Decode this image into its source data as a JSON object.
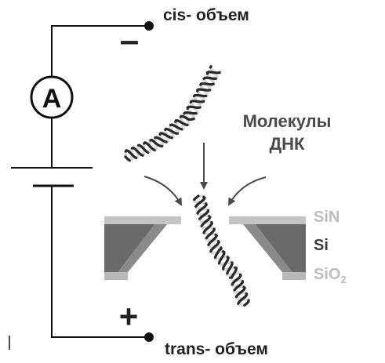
{
  "labels": {
    "cis": "cis- объем",
    "trans": "trans- объем",
    "minus": "–",
    "plus": "+",
    "ammeter": "A",
    "molecules_line1": "Молекулы",
    "molecules_line2": "ДНК",
    "layer_sin": "SiN",
    "layer_si": "Si",
    "layer_sio2_base": "SiO",
    "layer_sio2_sub": "2"
  },
  "colors": {
    "wire": "#111111",
    "text": "#222222",
    "label_dark": "#4a4a4a",
    "label_light": "#bdbdbd",
    "sin_layer": "#c4c4c4",
    "si_layer": "#6a6a6a",
    "sio2_layer": "#b8b8b8",
    "dna_light": "#d9d9d9",
    "dna_dark": "#2a2a2a",
    "arrow": "#4a4a4a"
  }
}
